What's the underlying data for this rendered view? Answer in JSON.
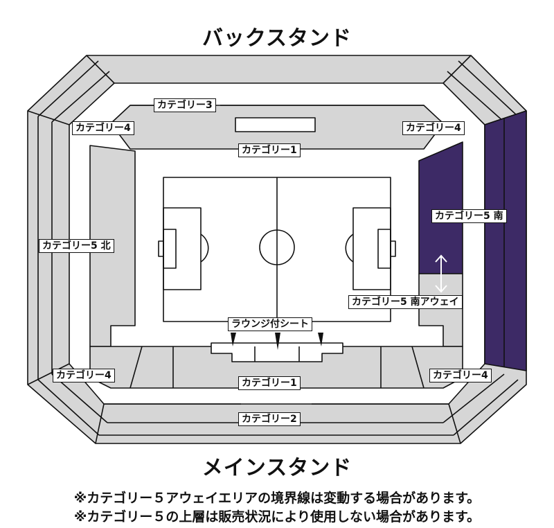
{
  "titles": {
    "back_stand": "バックスタンド",
    "main_stand": "メインスタンド"
  },
  "labels": {
    "cat3": "カテゴリー3",
    "cat4_tl": "カテゴリー4",
    "cat4_tr": "カテゴリー4",
    "cat1_top": "カテゴリー1",
    "cat5_south": "カテゴリー5 南",
    "cat5_north": "カテゴリー5 北",
    "cat5_south_away": "カテゴリー5 南アウェイ",
    "lounge": "ラウンジ付シート",
    "cat4_bl": "カテゴリー4",
    "cat4_br": "カテゴリー4",
    "cat1_bottom": "カテゴリー1",
    "cat2": "カテゴリー2"
  },
  "notes": [
    "※カテゴリー５アウェイエリアの境界線は変動する場合があります。",
    "※カテゴリー５の上層は販売状況により使用しない場合があります。"
  ],
  "colors": {
    "seat_gray": "#d6d6d6",
    "south_purple": "#3d2a66",
    "line": "#111111",
    "pitch": "#ffffff"
  },
  "icons": {
    "boundary_arrow": "double-vertical-arrow-icon",
    "lounge_pointers": "triangle-pointer-icon"
  }
}
